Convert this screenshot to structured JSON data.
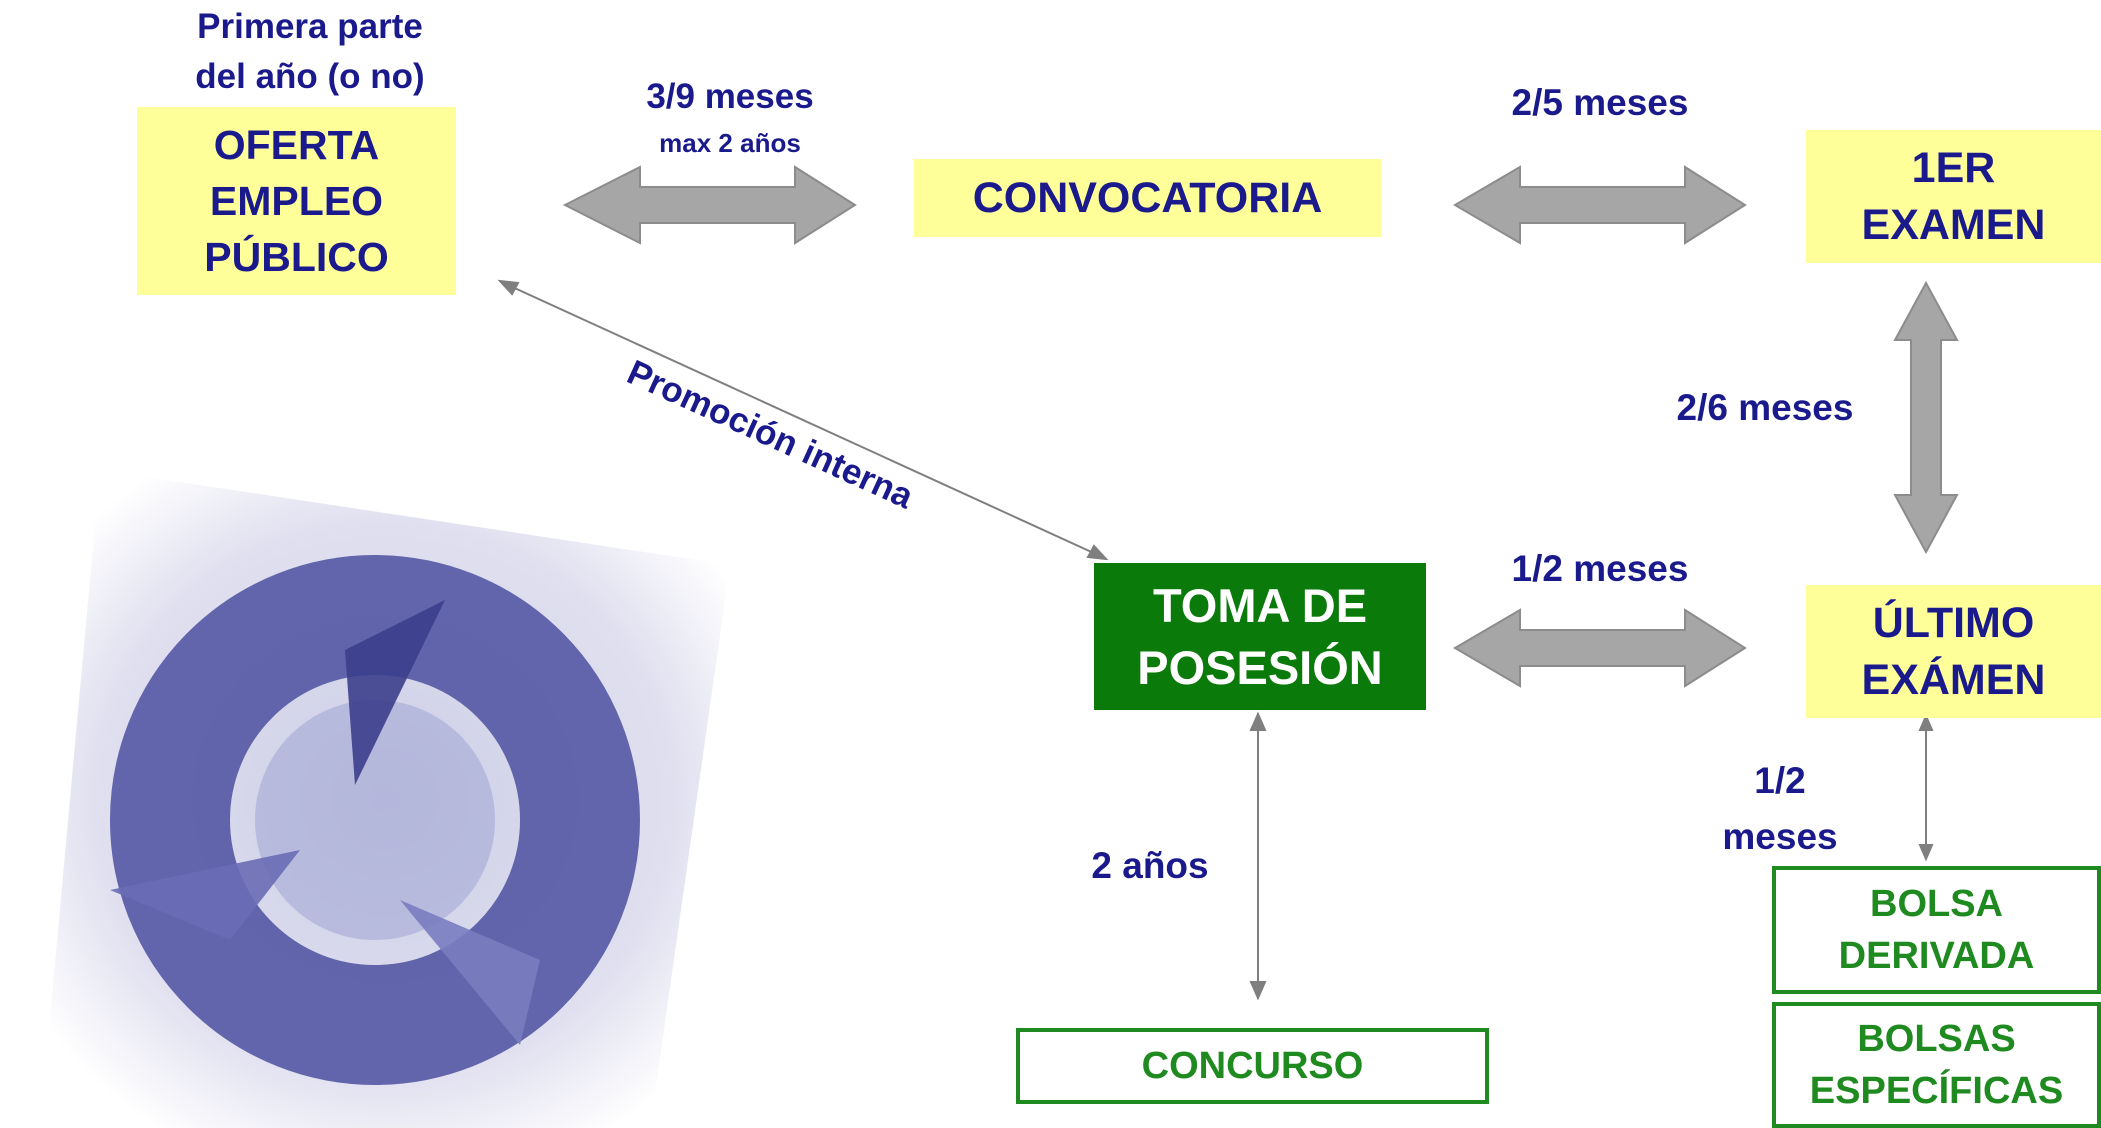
{
  "boxes": {
    "oferta": [
      "OFERTA",
      "EMPLEO",
      "PÚBLICO"
    ],
    "convocatoria": "CONVOCATORIA",
    "primer_examen": [
      "1ER",
      "EXAMEN"
    ],
    "ultimo_examen": [
      "ÚLTIMO",
      "EXÁMEN"
    ],
    "toma": [
      "TOMA DE",
      "POSESIÓN"
    ],
    "concurso": "CONCURSO",
    "bolsa_derivada": [
      "BOLSA",
      "DERIVADA"
    ],
    "bolsas_especificas": [
      "BOLSAS",
      "ESPECÍFICAS"
    ]
  },
  "labels": {
    "primera_parte": [
      "Primera parte",
      "del año (o no)"
    ],
    "meses_3_9": "3/9 meses",
    "max_2_anos": "max 2 años",
    "meses_2_5": "2/5 meses",
    "meses_2_6": "2/6 meses",
    "meses_1_2_top": "1/2 meses",
    "meses_1_2_side": [
      "1/2",
      "meses"
    ],
    "dos_anos": "2 años",
    "promocion_interna": "Promoción interna"
  },
  "colors": {
    "text_navy": "#1a1a8c",
    "box_yellow": "#ffff99",
    "box_green": "#0a7a0a",
    "outline_green": "#1f8a1f",
    "arrow_gray": "#a6a6a6"
  }
}
